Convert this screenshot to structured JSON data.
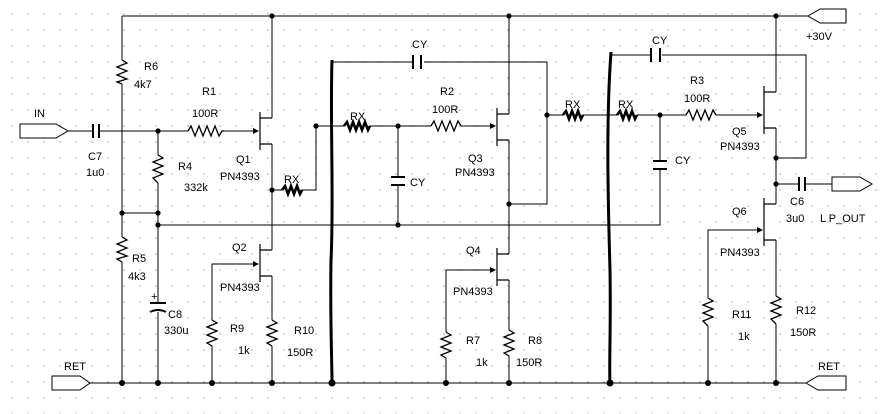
{
  "nets": {
    "in": "IN",
    "supply": "+30V",
    "ret_left": "RET",
    "ret_right": "RET",
    "out": "L P_OUT"
  },
  "resistors": {
    "R6": {
      "ref": "R6",
      "value": "4k7"
    },
    "R1": {
      "ref": "R1",
      "value": "100R"
    },
    "R4": {
      "ref": "R4",
      "value": "332k"
    },
    "R5": {
      "ref": "R5",
      "value": "4k3"
    },
    "R9": {
      "ref": "R9",
      "value": "1k"
    },
    "R10": {
      "ref": "R10",
      "value": "150R"
    },
    "R2": {
      "ref": "R2",
      "value": "100R"
    },
    "R7": {
      "ref": "R7",
      "value": "1k"
    },
    "R8": {
      "ref": "R8",
      "value": "150R"
    },
    "R3": {
      "ref": "R3",
      "value": "100R"
    },
    "R11": {
      "ref": "R11",
      "value": "1k"
    },
    "R12": {
      "ref": "R12",
      "value": "150R"
    },
    "RX1": "RX",
    "RX2": "RX",
    "RX3": "RX",
    "RX4": "RX"
  },
  "capacitors": {
    "C7": {
      "ref": "C7",
      "value": "1u0"
    },
    "C8": {
      "ref": "C8",
      "value": "330u"
    },
    "C6": {
      "ref": "C6",
      "value": "3u0"
    },
    "CY1": "CY",
    "CY2": "CY",
    "CY3": "CY",
    "CY4": "CY"
  },
  "transistors": {
    "Q1": {
      "ref": "Q1",
      "part": "PN4393"
    },
    "Q2": {
      "ref": "Q2",
      "part": "PN4393"
    },
    "Q3": {
      "ref": "Q3",
      "part": "PN4393"
    },
    "Q4": {
      "ref": "Q4",
      "part": "PN4393"
    },
    "Q5": {
      "ref": "Q5",
      "part": "PN4393"
    },
    "Q6": {
      "ref": "Q6",
      "part": "PN4393"
    }
  }
}
